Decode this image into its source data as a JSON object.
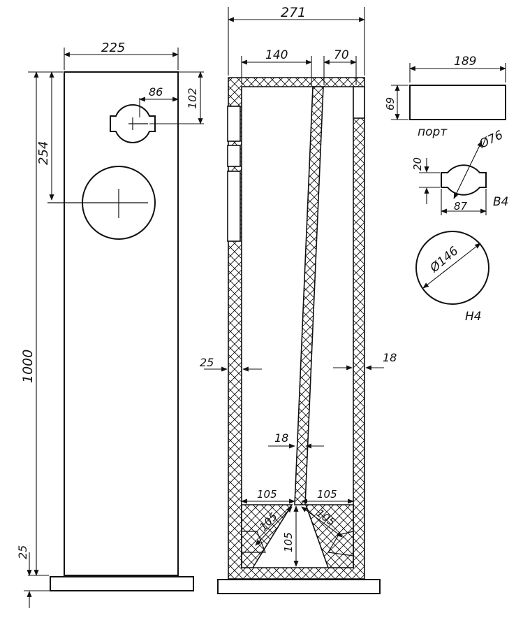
{
  "front_view": {
    "width_label": "225",
    "height_label": "1000",
    "tweeter_offset_label": "254",
    "tweeter_width_label": "86",
    "tweeter_height_label": "102",
    "plinth_label": "25"
  },
  "section_view": {
    "total_width_label": "271",
    "left_chamber_label": "140",
    "right_chamber_label": "70",
    "left_wall_label": "25",
    "right_wall_label": "18",
    "partition_label": "18",
    "bottom_left_label": "105",
    "bottom_right_label": "105",
    "diag_left_label": "105",
    "diag_right_label": "105",
    "vertical_label": "105"
  },
  "port": {
    "width_label": "189",
    "height_label": "69",
    "caption": "порт"
  },
  "tweeter_detail": {
    "diameter_label": "Ø76",
    "offset_label": "20",
    "width_label": "87",
    "caption": "В4"
  },
  "woofer_detail": {
    "diameter_label": "Ø146",
    "caption": "Н4"
  }
}
